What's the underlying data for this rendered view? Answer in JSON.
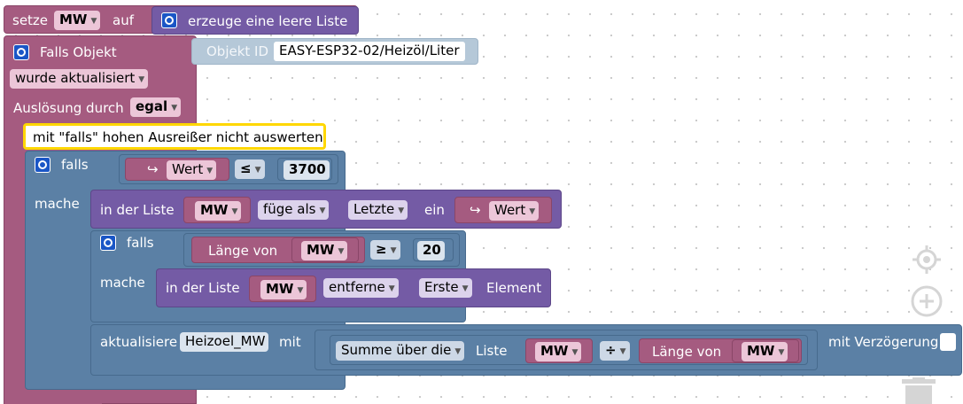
{
  "blocks": {
    "set": {
      "setze": "setze",
      "var": "MW",
      "auf": "auf"
    },
    "create_list": {
      "label": "erzeuge eine leere Liste"
    },
    "trigger": {
      "falls_objekt": "Falls Objekt",
      "objekt_id": "Objekt ID",
      "objekt_value": "EASY-ESP32-02/Heizöl/Liter",
      "condition": "wurde aktualisiert",
      "ausloesung_label": "Auslösung durch",
      "ausloesung_value": "egal"
    },
    "comment": "mit \"falls\" hohen Ausreißer nicht auswerten",
    "if1": {
      "falls": "falls",
      "mache": "mache",
      "wert": "Wert",
      "op": "≤",
      "value": "3700"
    },
    "list_add": {
      "in_der_liste": "in der Liste",
      "var": "MW",
      "action": "füge als",
      "position": "Letzte",
      "ein": "ein",
      "wert": "Wert"
    },
    "if2": {
      "falls": "falls",
      "mache": "mache",
      "laenge_von": "Länge von",
      "var": "MW",
      "op": "≥",
      "value": "20"
    },
    "list_remove": {
      "in_der_liste": "in der Liste",
      "var": "MW",
      "action": "entferne",
      "position": "Erste",
      "element": "Element"
    },
    "update": {
      "aktualisiere": "aktualisiere",
      "target": "Heizoel_MW",
      "mit": "mit",
      "func": "Summe über die",
      "liste": "Liste",
      "var": "MW",
      "op": "÷",
      "laenge_von": "Länge von",
      "var2": "MW",
      "verzoegerung": "mit Verzögerung"
    }
  },
  "icons": [
    "gear-icon",
    "target-icon",
    "zoom-in-icon",
    "trash-icon"
  ],
  "colors": {
    "pink": "#a55b80",
    "violet": "#745ba5",
    "slate": "#5b80a5",
    "comment_border": "#ffd700"
  }
}
